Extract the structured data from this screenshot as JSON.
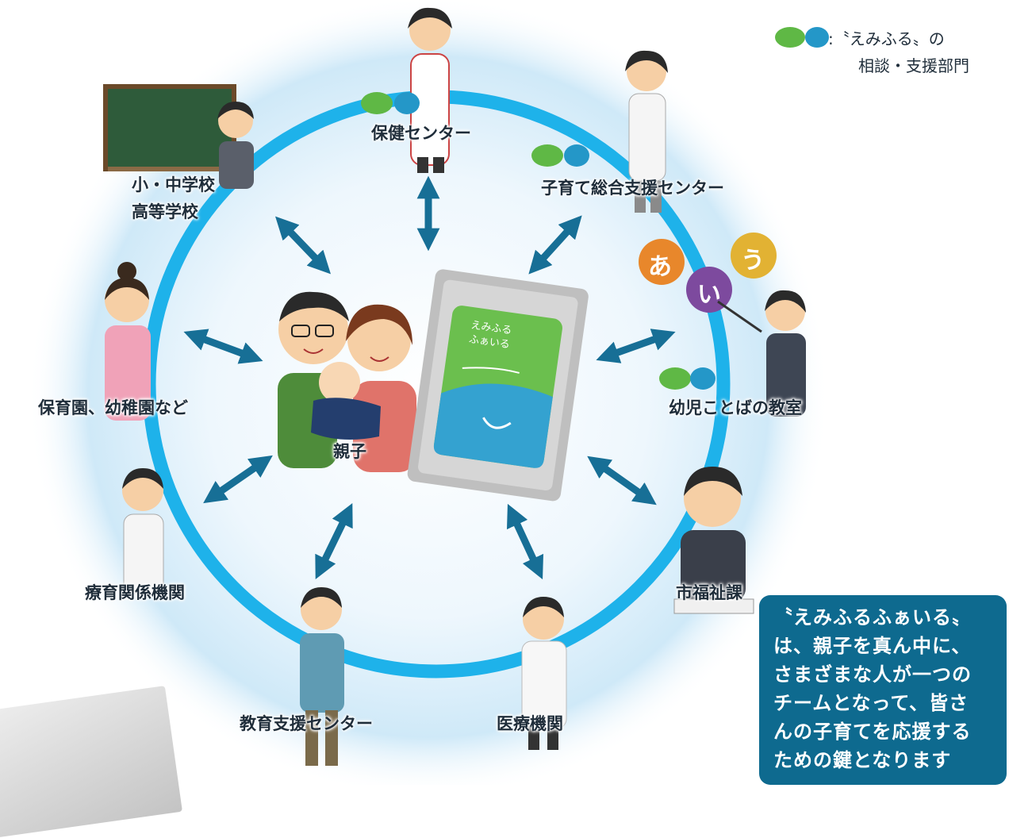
{
  "legend": {
    "line1": ":〝えみふる〟の",
    "line2": "相談・支援部門",
    "colors": {
      "green": "#5fb845",
      "blue": "#2497c8"
    }
  },
  "center": {
    "label": "親子",
    "card_text_1": "えみふる",
    "card_text_2": "ふぁいる"
  },
  "nodes": {
    "hoken": "保健センター",
    "kosodate": "子育て総合支援センター",
    "school_1": "小・中学校",
    "school_2": "高等学校",
    "hoikuen": "保育園、幼稚園など",
    "youji": "幼児ことばの教室",
    "ryouiku": "療育関係機関",
    "shifuku": "市福祉課",
    "kyouiku": "教育支援センター",
    "iryou": "医療機関"
  },
  "aiu": {
    "a": "あ",
    "i": "い",
    "u": "う"
  },
  "note": {
    "lines": [
      "〝えみふるふぁいる〟",
      "は、親子を真ん中に、",
      "さまざまな人が一つの",
      "チームとなって、皆さ",
      "んの子育てを応援する",
      "ための鍵となります"
    ]
  },
  "colors": {
    "ring": "#1eb2ea",
    "arrow": "#176f96",
    "note_bg": "#0e6a8f",
    "glow": "#cfe9f8"
  }
}
